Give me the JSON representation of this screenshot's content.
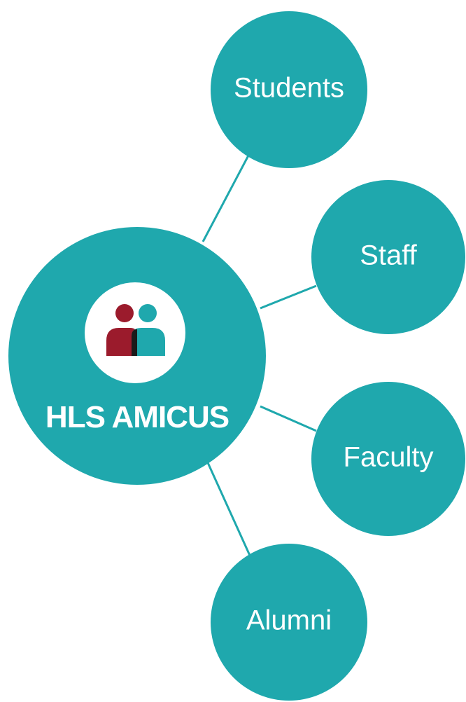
{
  "colors": {
    "node_fill": "#1fa8ad",
    "connector": "#1fa8ad",
    "logo_bg": "#ffffff",
    "person_left": "#9b1b2c",
    "person_right": "#1fa8ad",
    "person_overlap": "#1a1a1a",
    "text": "#ffffff"
  },
  "center": {
    "brand": "HLS AMICUS",
    "logo_icon": "people-icon"
  },
  "nodes": [
    {
      "label": "Students"
    },
    {
      "label": "Staff"
    },
    {
      "label": "Faculty"
    },
    {
      "label": "Alumni"
    }
  ]
}
